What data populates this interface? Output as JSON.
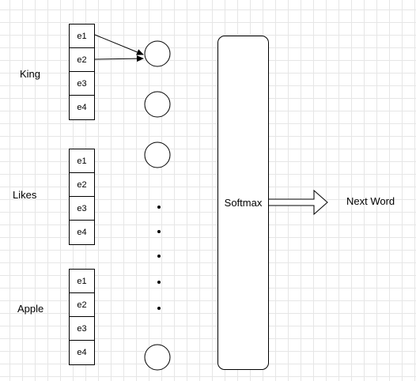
{
  "words": [
    {
      "label": "King"
    },
    {
      "label": "Likes"
    },
    {
      "label": "Apple"
    }
  ],
  "embedding_cells": [
    "e1",
    "e2",
    "e3",
    "e4"
  ],
  "softmax_label": "Softmax",
  "output_label": "Next Word"
}
